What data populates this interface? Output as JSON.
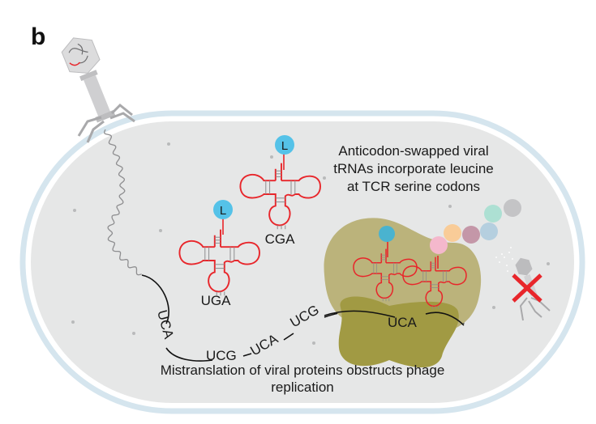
{
  "panel_label": "b",
  "annotations": {
    "top": [
      "Anticodon-swapped viral",
      "tRNAs incorporate leucine",
      "at TCR serine codons"
    ],
    "bottom": [
      "Mistranslation of viral proteins obstructs phage",
      "replication"
    ]
  },
  "trnas": [
    {
      "amino_acid": "L",
      "anticodon": "UGA"
    },
    {
      "amino_acid": "L",
      "anticodon": "CGA"
    }
  ],
  "mrna_codons": [
    "UCA",
    "UCG",
    "UCA",
    "UCG"
  ],
  "ribosome_codon": "UCA",
  "colors": {
    "cell_wall": "#d5e5ee",
    "cytoplasm": "#e6e7e7",
    "trna": "#e8262b",
    "amino_acid_leucine": "#55c2e8",
    "ribosome_large": "#bbb37b",
    "ribosome_small": "#a19a43",
    "inhibit_cross": "#e8262b",
    "peptide": [
      "#f4b8cc",
      "#f9cc98",
      "#c497a8",
      "#b5cfdf",
      "#ade0d3",
      "#c4c4c6"
    ]
  }
}
